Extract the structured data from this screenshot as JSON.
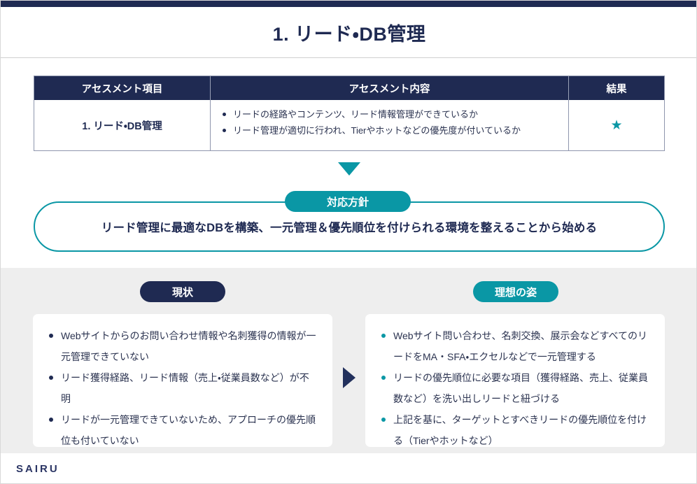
{
  "header": {
    "title": "1. リード・DB管理"
  },
  "table": {
    "columns": [
      "アセスメント項目",
      "アセスメント内容",
      "結果"
    ],
    "row": {
      "item": "1. リード・DB管理",
      "details": [
        "リードの経路やコンテンツ、リード情報管理ができているか",
        "リード管理が適切に行われ、Tierやホットなどの優先度が付いているか"
      ],
      "result": "★"
    }
  },
  "policy": {
    "badge_label": "対応方針",
    "text": "リード管理に最適なDBを構築、一元管理＆優先順位を付けられる環境を整えることから始める"
  },
  "comparison": {
    "current": {
      "badge_label": "現状",
      "items": [
        "Webサイトからのお問い合わせ情報や名刺獲得の情報が一元管理できていない",
        "リード獲得経路、リード情報（売上・従業員数など）が不明",
        "リードが一元管理できていないため、アプローチの優先順位も付いていない"
      ]
    },
    "ideal": {
      "badge_label": "理想の姿",
      "items": [
        "Webサイト問い合わせ、名刺交換、展示会などすべてのリードをMA・SFA・エクセルなどで一元管理する",
        "リードの優先順位に必要な項目（獲得経路、売上、従業員数など）を洗い出しリードと紐づける",
        "上記を基に、ターゲットとすべきリードの優先順位を付ける（Tierやホットなど）"
      ]
    }
  },
  "footer": {
    "logo": "SAIRU"
  },
  "colors": {
    "navy": "#1f2a52",
    "teal": "#0a97a5",
    "band_gray": "#eeeeee"
  }
}
